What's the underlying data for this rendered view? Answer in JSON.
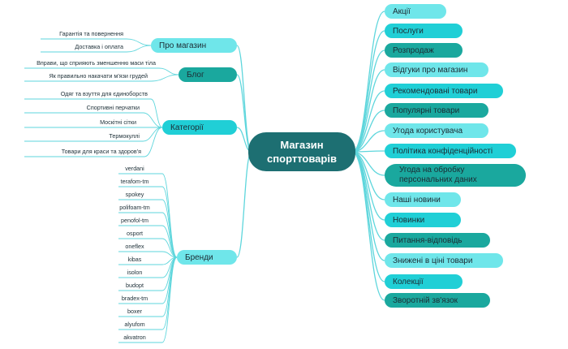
{
  "colors": {
    "teal": "#1aa89e",
    "cyan": "#20cfd6",
    "light": "#6fe6ea",
    "center": "#1d6f72",
    "line": "#5ed6dc"
  },
  "center": {
    "label": "Магазин спорттоварів"
  },
  "right_items": [
    "Акції",
    "Послуги",
    "Розпродаж",
    "Відгуки про магазин",
    "Рекомендовані товари",
    "Популярні товари",
    "Угода користувача",
    "Політика конфіденційності",
    "Угода на обробку персональних даних",
    "Наші новини",
    "Новинки",
    "Питання-відповідь",
    "Знижені в ціні товари",
    "Колекції",
    "Зворотній зв'язок"
  ],
  "left_groups": {
    "about": {
      "label": "Про магазин",
      "children": [
        "Гарантія та повернення",
        "Доставка і оплата"
      ]
    },
    "blog": {
      "label": "Блог",
      "children": [
        "Вправи, що сприяють зменшенню маси тіла",
        "Як правильно накачати м'язи грудей"
      ]
    },
    "categories": {
      "label": "Категорії",
      "children": [
        "Одяг та взуття для єдиноборств",
        "Спортивні перчатки",
        "Москітні сітки",
        "Термокуллі",
        "Товари для краси та здоров'я"
      ]
    },
    "brands": {
      "label": "Бренди",
      "children": [
        "verdani",
        "terafom-tm",
        "spokey",
        "polifoam-tm",
        "penofol-tm",
        "osport",
        "oneflex",
        "kibas",
        "isolon",
        "budopt",
        "bradex-tm",
        "boxer",
        "alyufom",
        "akvatron"
      ]
    }
  }
}
